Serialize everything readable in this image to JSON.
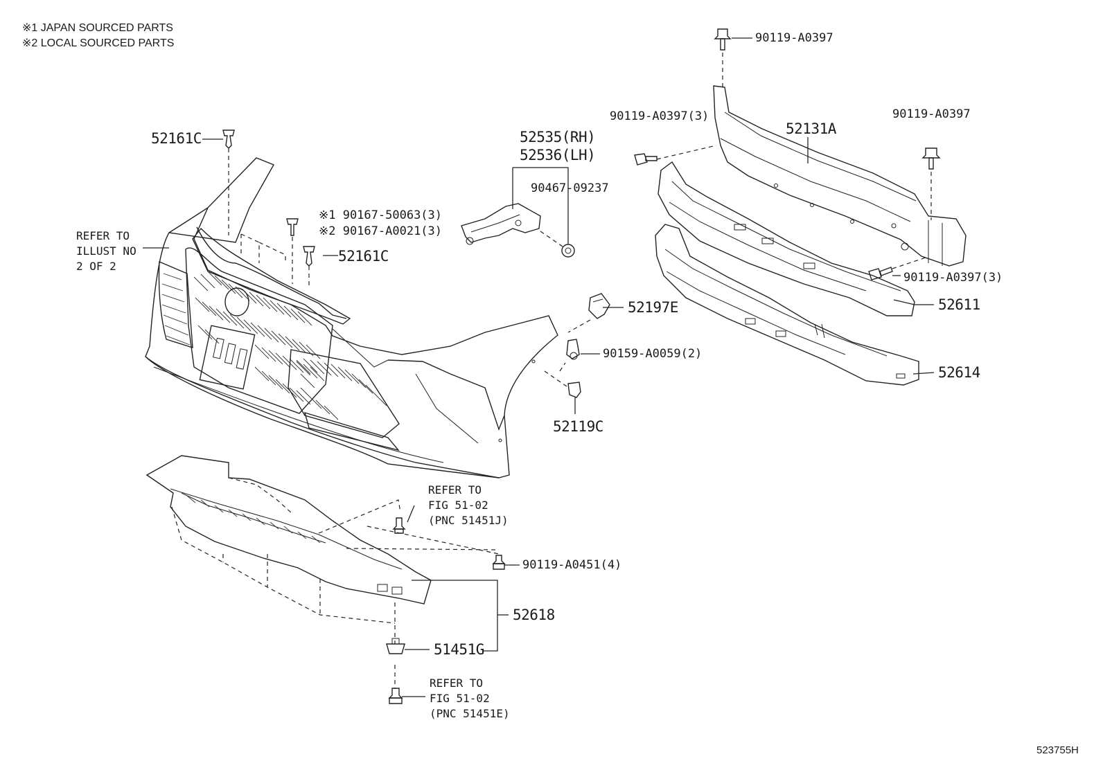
{
  "notes": {
    "line1": "※1 JAPAN SOURCED PARTS",
    "line2": "※2 LOCAL SOURCED PARTS"
  },
  "labels": {
    "p52161c_top": "52161C",
    "p52161c_mid": "52161C",
    "p52535": "52535(RH)",
    "p52536": "52536(LH)",
    "p90467": "90467-09237",
    "p90167_japan": "※1 90167-50063(3)",
    "p90167_local": "※2 90167-A0021(3)",
    "p90119_top": "90119-A0397",
    "p90119_left": "90119-A0397(3)",
    "p90119_right": "90119-A0397",
    "p90119_lower": "90119-A0397(3)",
    "p52131a": "52131A",
    "p52611": "52611",
    "p52614": "52614",
    "p52197e": "52197E",
    "p90159": "90159-A0059(2)",
    "p52119c": "52119C",
    "p90119_a0451": "90119-A0451(4)",
    "p52618": "52618",
    "p51451g": "51451G",
    "diagram_id": "523755H"
  },
  "refs": {
    "illust": "REFER TO\nILLUST NO\n2 OF 2",
    "fig_514517": "REFER TO\nFIG 51-02\n(PNC 51451J)",
    "fig_51451e": "REFER TO\nFIG 51-02\n(PNC 51451E)"
  }
}
